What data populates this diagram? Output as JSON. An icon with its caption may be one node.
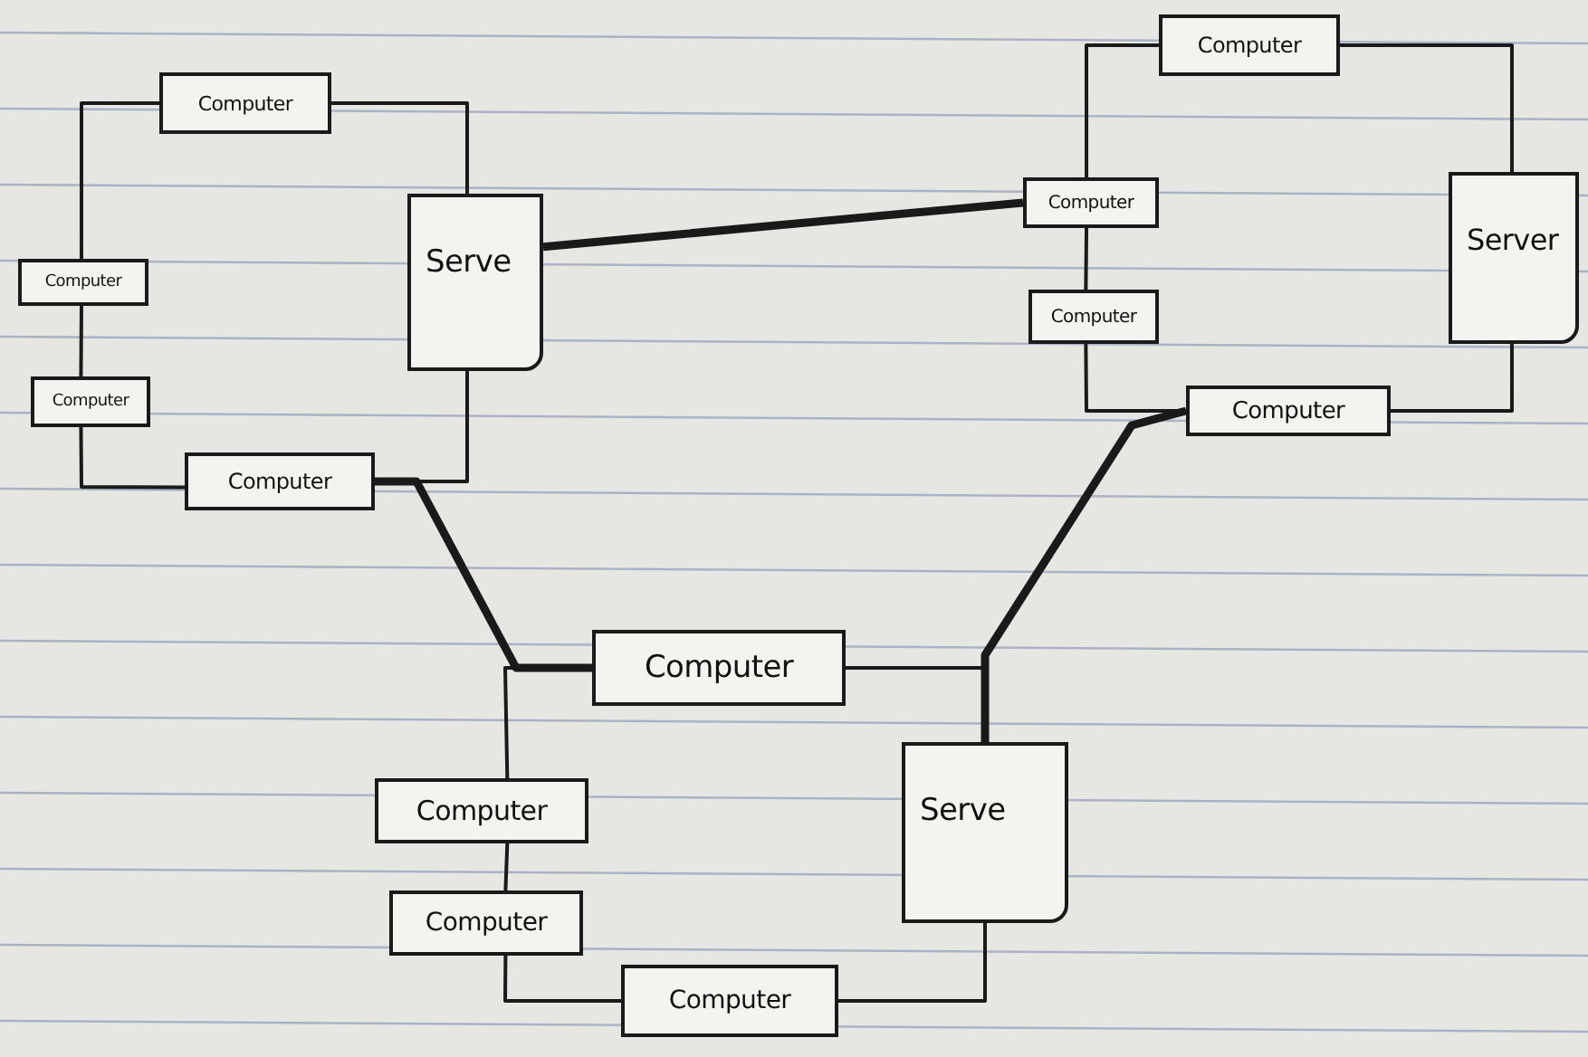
{
  "diagram": {
    "nodes": [
      {
        "text": [
          "Computer"
        ]
      },
      {
        "text": [
          "Serve"
        ]
      },
      {
        "text": [
          "Computer"
        ]
      },
      {
        "text": [
          "Computer"
        ]
      },
      {
        "text": [
          "Computer"
        ]
      },
      {
        "text": [
          "Computer"
        ]
      },
      {
        "text": [
          "Computer"
        ]
      },
      {
        "text": [
          "Computer"
        ]
      },
      {
        "text": [
          "Server"
        ]
      },
      {
        "text": [
          "Computer"
        ]
      },
      {
        "text": [
          "Computer"
        ]
      },
      {
        "text": [
          "Computer"
        ]
      },
      {
        "text": [
          "Serve"
        ]
      },
      {
        "text": [
          "Computer"
        ]
      },
      {
        "text": [
          "Computer"
        ]
      }
    ],
    "edges": [
      {
        "from": 0,
        "to": 1,
        "arrow": "none"
      },
      {
        "from": 0,
        "to": 2,
        "arrow": "none"
      },
      {
        "from": 2,
        "to": 3,
        "arrow": "none"
      },
      {
        "from": 3,
        "to": 4,
        "arrow": "none"
      },
      {
        "from": 4,
        "to": 1,
        "arrow": "none"
      },
      {
        "from": 5,
        "to": 8,
        "arrow": "none"
      },
      {
        "from": 5,
        "to": 6,
        "arrow": "none"
      },
      {
        "from": 6,
        "to": 7,
        "arrow": "none"
      },
      {
        "from": 7,
        "to": 9,
        "arrow": "none"
      },
      {
        "from": 9,
        "to": 8,
        "arrow": "none"
      },
      {
        "from": 10,
        "to": 12,
        "arrow": "none"
      },
      {
        "from": 10,
        "to": 11,
        "arrow": "none"
      },
      {
        "from": 11,
        "to": 13,
        "arrow": "none"
      },
      {
        "from": 13,
        "to": 14,
        "arrow": "none"
      },
      {
        "from": 14,
        "to": 12,
        "arrow": "none"
      },
      {
        "from": 1,
        "to": 6,
        "arrow": "none",
        "style": "thick"
      },
      {
        "from": 4,
        "to": 10,
        "arrow": "none",
        "style": "thick"
      },
      {
        "from": 9,
        "to": 12,
        "arrow": "none",
        "style": "thick"
      }
    ]
  }
}
